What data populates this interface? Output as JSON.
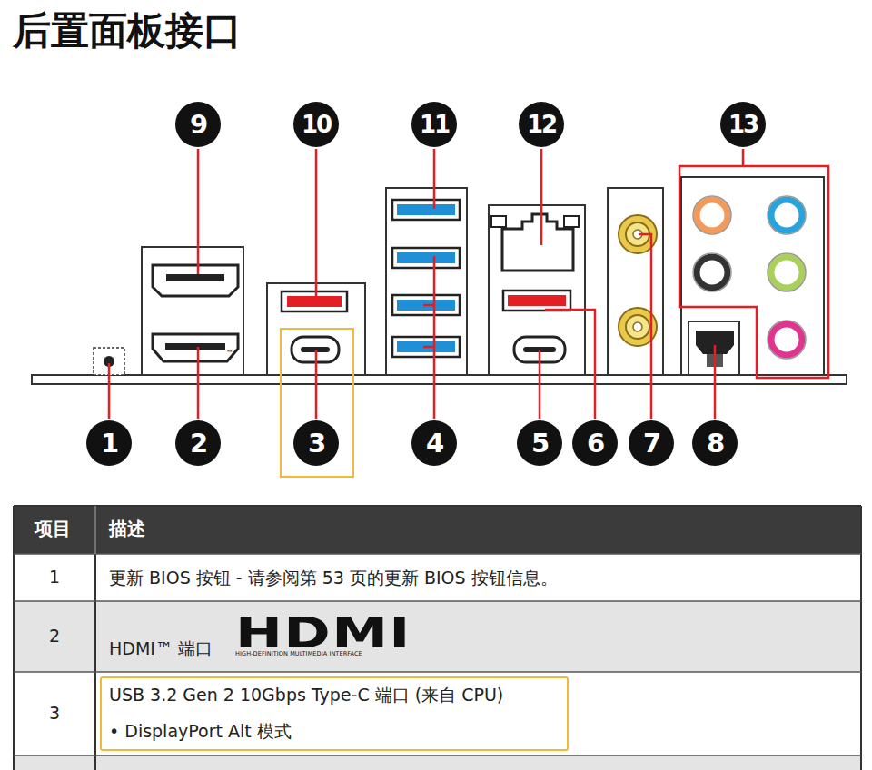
{
  "diagram": {
    "title": "后置面板接口",
    "labels": [
      "9",
      "10",
      "11",
      "12",
      "13",
      "1",
      "2",
      "3",
      "4",
      "5",
      "6",
      "7",
      "8",
      "™",
      "项目",
      "描述",
      "1",
      "更新 BIOS 按钮 - 请参阅第 53 页的更新 BIOS 按钮信息。",
      "2",
      "HDMI™ 端口",
      "HDMI",
      "HIGH-DEFINITION MULTIMEDIA INTERFACE",
      "3",
      "USB 3.2 Gen 2 10Gbps Type-C 端口 (来自 CPU)",
      "• DisplayPort Alt 模式"
    ]
  }
}
